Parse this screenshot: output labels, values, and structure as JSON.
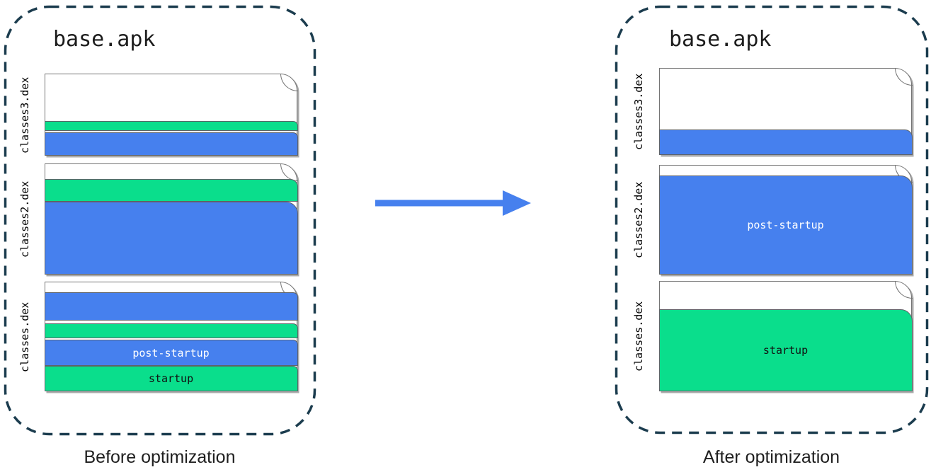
{
  "panels": {
    "left": {
      "title": "base.apk",
      "caption": "Before optimization",
      "files": [
        {
          "label": "classes3.dex"
        },
        {
          "label": "classes2.dex"
        },
        {
          "label": "classes.dex",
          "post_startup_label": "post-startup",
          "startup_label": "startup"
        }
      ]
    },
    "right": {
      "title": "base.apk",
      "caption": "After optimization",
      "files": [
        {
          "label": "classes3.dex"
        },
        {
          "label": "classes2.dex",
          "post_startup_label": "post-startup"
        },
        {
          "label": "classes.dex",
          "startup_label": "startup"
        }
      ]
    }
  },
  "legend": {
    "startup_color": "#0ade8c",
    "post_startup_color": "#4680ee",
    "dash_outline_color": "#1b3c4e",
    "arrow_color": "#4680ee",
    "page_border_color": "#757575"
  }
}
